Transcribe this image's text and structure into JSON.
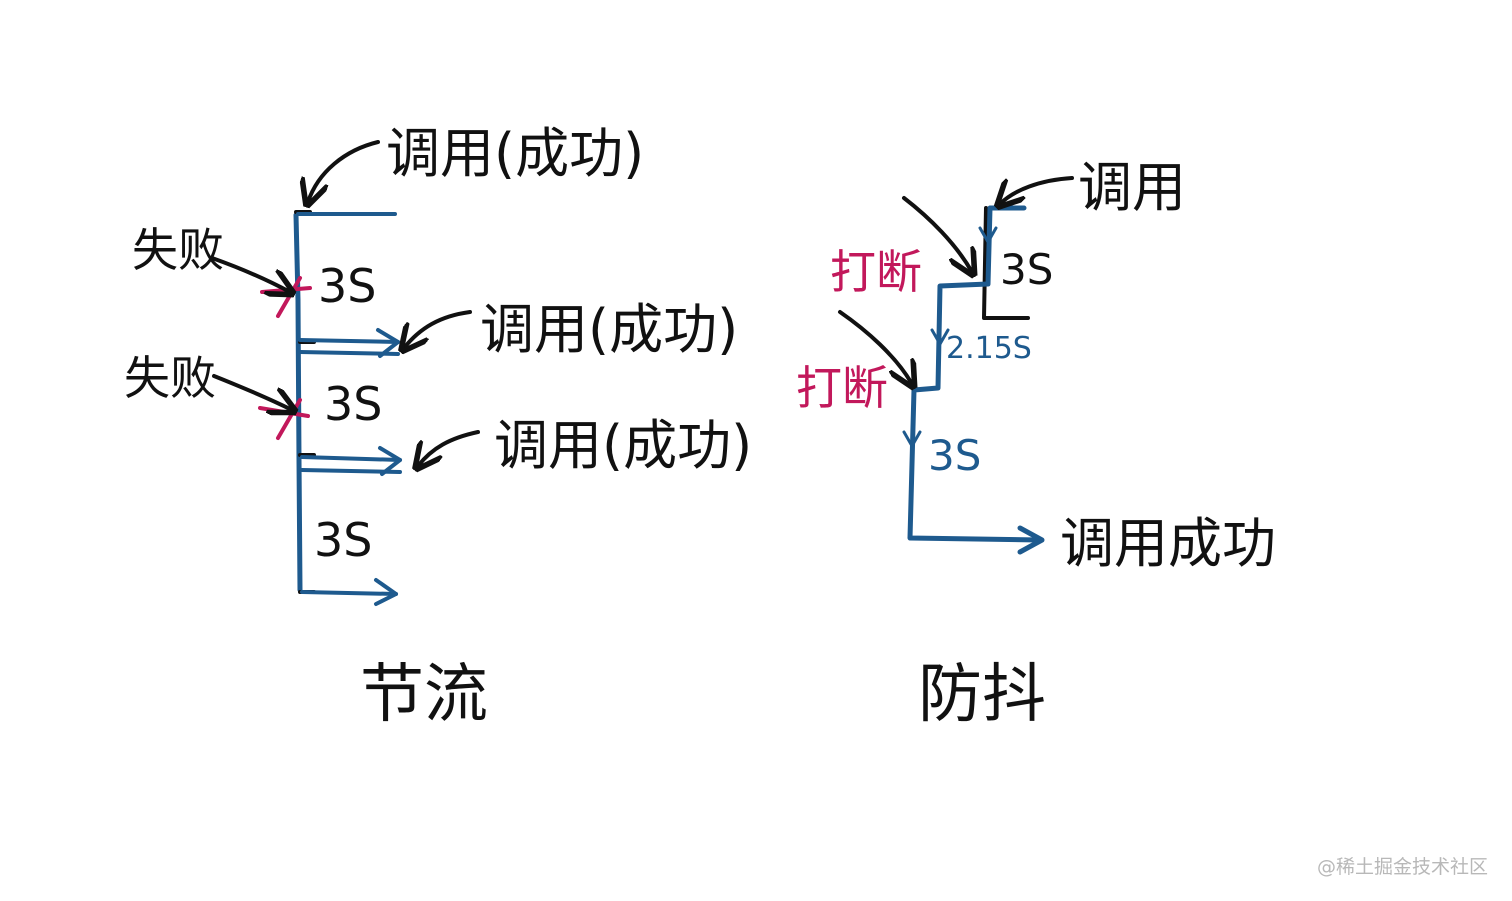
{
  "throttle": {
    "title": "节流",
    "calls": [
      "调用(成功)",
      "调用(成功)",
      "调用(成功)"
    ],
    "intervals": [
      "3S",
      "3S",
      "3S"
    ],
    "failures": [
      "失败",
      "失败"
    ]
  },
  "debounce": {
    "title": "防抖",
    "call_label": "调用",
    "interrupts": [
      "打断",
      "打断"
    ],
    "intervals": [
      "3S",
      "2.15S",
      "3S"
    ],
    "success_label": "调用成功"
  },
  "watermark": "@稀土掘金技术社区",
  "colors": {
    "blue": "#1e5a8e",
    "red": "#c2185b",
    "black": "#111111"
  }
}
